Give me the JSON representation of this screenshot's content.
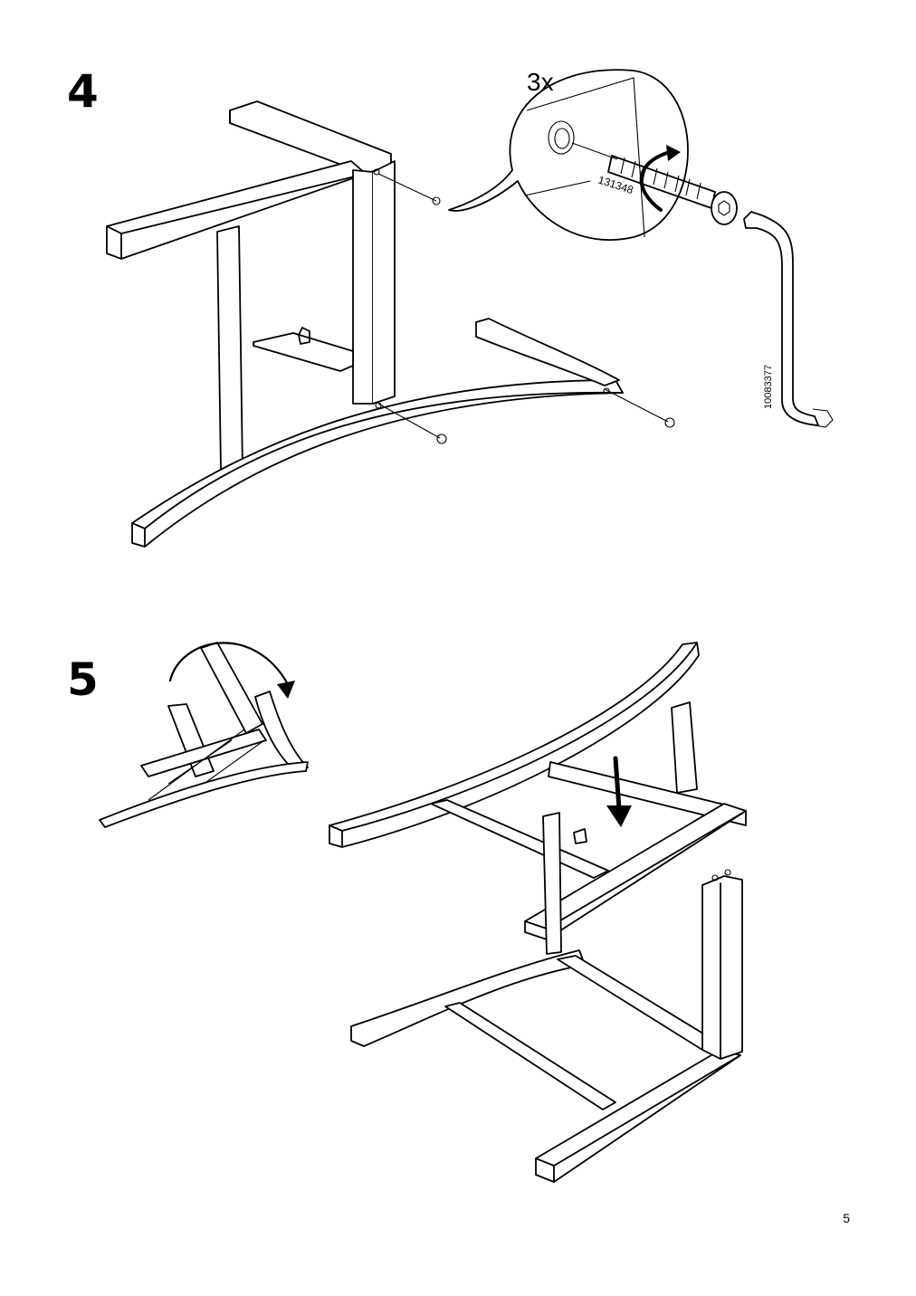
{
  "steps": [
    {
      "number": "4",
      "quantity_label": "3x",
      "part_number": "131348",
      "tool_number": "10083377"
    },
    {
      "number": "5"
    }
  ],
  "page_number": "5"
}
